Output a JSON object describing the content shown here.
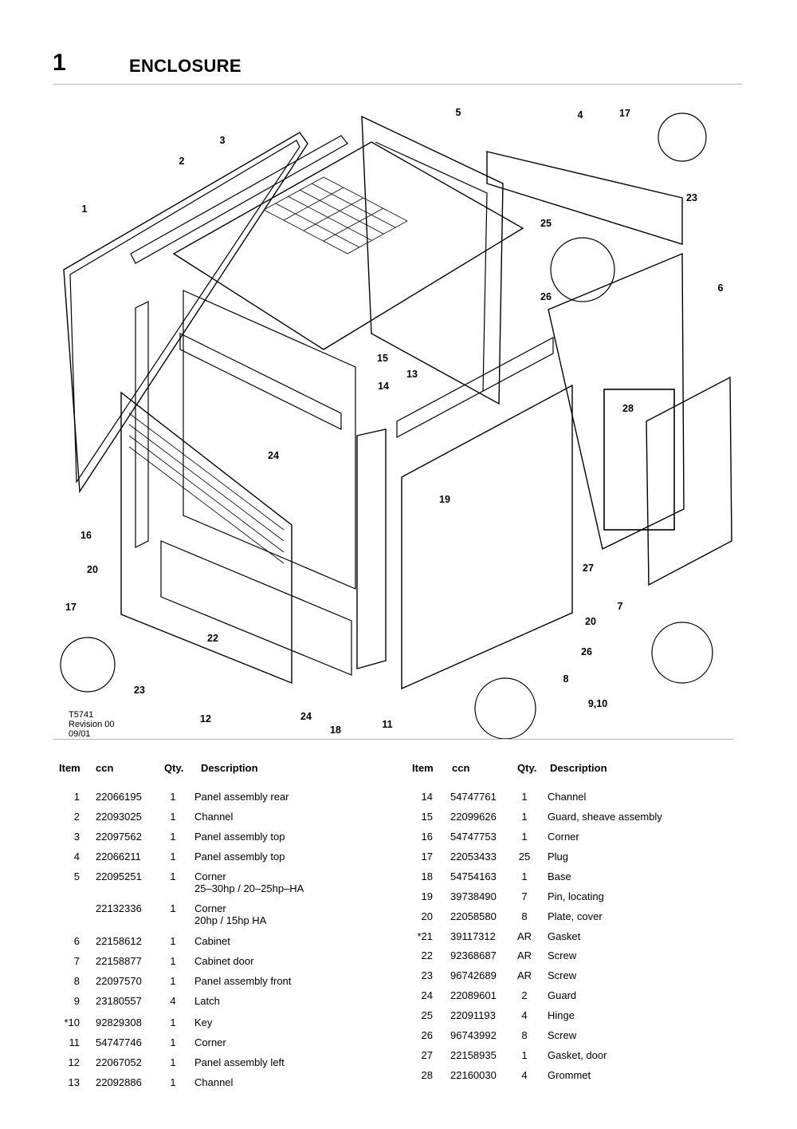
{
  "section": {
    "number": "1",
    "title": "ENCLOSURE"
  },
  "figure": {
    "ref": [
      "T5741",
      "Revision 00",
      "09/01"
    ],
    "callouts": [
      {
        "label": "1"
      },
      {
        "label": "2"
      },
      {
        "label": "3"
      },
      {
        "label": "4"
      },
      {
        "label": "5"
      },
      {
        "label": "6"
      },
      {
        "label": "7"
      },
      {
        "label": "8"
      },
      {
        "label": "9,10"
      },
      {
        "label": "11"
      },
      {
        "label": "12"
      },
      {
        "label": "13"
      },
      {
        "label": "14"
      },
      {
        "label": "15"
      },
      {
        "label": "16"
      },
      {
        "label": "17"
      },
      {
        "label": "17"
      },
      {
        "label": "18"
      },
      {
        "label": "19"
      },
      {
        "label": "20"
      },
      {
        "label": "20"
      },
      {
        "label": "22"
      },
      {
        "label": "23"
      },
      {
        "label": "23"
      },
      {
        "label": "24"
      },
      {
        "label": "24"
      },
      {
        "label": "25"
      },
      {
        "label": "26"
      },
      {
        "label": "26"
      },
      {
        "label": "27"
      },
      {
        "label": "28"
      }
    ]
  },
  "table": {
    "headers": {
      "item": "Item",
      "ccn": "ccn",
      "qty": "Qty.",
      "desc": "Description"
    },
    "left": [
      {
        "item": "1",
        "ccn": "22066195",
        "qty": "1",
        "desc": "Panel assembly rear",
        "desc2": ""
      },
      {
        "item": "2",
        "ccn": "22093025",
        "qty": "1",
        "desc": "Channel",
        "desc2": ""
      },
      {
        "item": "3",
        "ccn": "22097562",
        "qty": "1",
        "desc": "Panel assembly top",
        "desc2": ""
      },
      {
        "item": "4",
        "ccn": "22066211",
        "qty": "1",
        "desc": "Panel assembly top",
        "desc2": ""
      },
      {
        "item": "5",
        "ccn": "22095251",
        "qty": "1",
        "desc": "Corner",
        "desc2": "25–30hp / 20–25hp–HA"
      },
      {
        "item": "",
        "ccn": "22132336",
        "qty": "1",
        "desc": "Corner",
        "desc2": "20hp / 15hp HA"
      },
      {
        "item": "6",
        "ccn": "22158612",
        "qty": "1",
        "desc": "Cabinet",
        "desc2": ""
      },
      {
        "item": "7",
        "ccn": "22158877",
        "qty": "1",
        "desc": "Cabinet door",
        "desc2": ""
      },
      {
        "item": "8",
        "ccn": "22097570",
        "qty": "1",
        "desc": "Panel assembly front",
        "desc2": ""
      },
      {
        "item": "9",
        "ccn": "23180557",
        "qty": "4",
        "desc": " Latch",
        "desc2": ""
      },
      {
        "item": "*10",
        "ccn": "92829308",
        "qty": "1",
        "desc": "Key",
        "desc2": ""
      },
      {
        "item": "11",
        "ccn": "54747746",
        "qty": "1",
        "desc": "Corner",
        "desc2": ""
      },
      {
        "item": "12",
        "ccn": "22067052",
        "qty": "1",
        "desc": "Panel assembly left",
        "desc2": ""
      },
      {
        "item": "13",
        "ccn": "22092886",
        "qty": "1",
        "desc": "Channel",
        "desc2": ""
      }
    ],
    "right": [
      {
        "item": "14",
        "ccn": "54747761",
        "qty": "1",
        "desc": "Channel"
      },
      {
        "item": "15",
        "ccn": "22099626",
        "qty": "1",
        "desc": "Guard, sheave assembly"
      },
      {
        "item": "16",
        "ccn": "54747753",
        "qty": "1",
        "desc": "Corner"
      },
      {
        "item": "17",
        "ccn": "22053433",
        "qty": "25",
        "desc": "Plug"
      },
      {
        "item": "18",
        "ccn": "54754163",
        "qty": "1",
        "desc": "Base"
      },
      {
        "item": "19",
        "ccn": "39738490",
        "qty": "7",
        "desc": "Pin, locating"
      },
      {
        "item": "20",
        "ccn": "22058580",
        "qty": "8",
        "desc": "Plate, cover"
      },
      {
        "item": "*21",
        "ccn": "39117312",
        "qty": "AR",
        "desc": "Gasket"
      },
      {
        "item": "22",
        "ccn": "92368687",
        "qty": "AR",
        "desc": "Screw"
      },
      {
        "item": "23",
        "ccn": "96742689",
        "qty": "AR",
        "desc": "Screw"
      },
      {
        "item": "24",
        "ccn": "22089601",
        "qty": "2",
        "desc": "Guard"
      },
      {
        "item": "25",
        "ccn": "22091193",
        "qty": "4",
        "desc": "Hinge"
      },
      {
        "item": "26",
        "ccn": " 96743992",
        "qty": "8",
        "desc": "Screw"
      },
      {
        "item": "27",
        "ccn": "22158935",
        "qty": "1",
        "desc": "Gasket, door"
      },
      {
        "item": "28",
        "ccn": "22160030",
        "qty": "4",
        "desc": "Grommet"
      }
    ]
  }
}
